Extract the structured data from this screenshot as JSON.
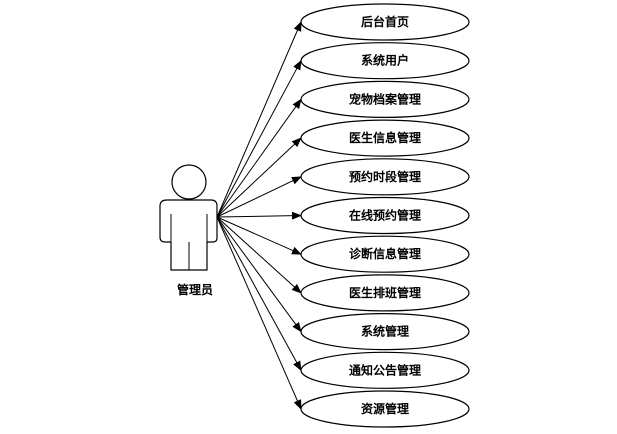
{
  "actor": {
    "label": "管理员"
  },
  "use_cases": [
    {
      "label": "后台首页"
    },
    {
      "label": "系统用户"
    },
    {
      "label": "宠物档案管理"
    },
    {
      "label": "医生信息管理"
    },
    {
      "label": "预约时段管理"
    },
    {
      "label": "在线预约管理"
    },
    {
      "label": "诊断信息管理"
    },
    {
      "label": "医生排班管理"
    },
    {
      "label": "系统管理"
    },
    {
      "label": "通知公告管理"
    },
    {
      "label": "资源管理"
    }
  ],
  "colors": {
    "stroke": "#000000",
    "fill": "#ffffff"
  }
}
